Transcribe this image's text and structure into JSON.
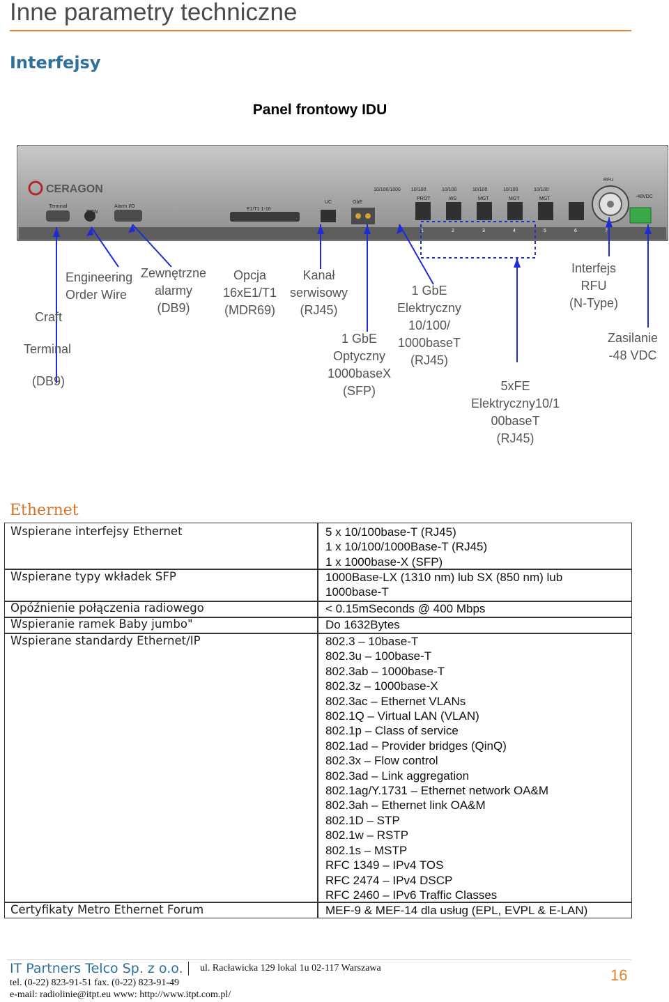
{
  "page": {
    "title": "Inne parametry techniczne",
    "section_title": "Interfejsy",
    "panel_title": "Panel frontowy IDU"
  },
  "device": {
    "brand": "CERAGON",
    "port_labels": [
      "Terminal",
      "EOW",
      "Alarm I/O",
      "E1/T1 1-16",
      "UC",
      "GbE",
      "10/100/1000",
      "10/100",
      "10/100",
      "10/100",
      "10/100",
      "10/100",
      "PROT",
      "WS",
      "MGT",
      "MGT",
      "MGT",
      "RFU",
      "-48VDC"
    ],
    "port_numbers": [
      "1",
      "2",
      "3",
      "4",
      "5",
      "6",
      "7"
    ]
  },
  "diagram_labels": {
    "craft": "Craft",
    "terminal": "Terminal",
    "db9_craft": "(DB9)",
    "eow": "Engineering\nOrder Wire",
    "alarms": "Zewnętrzne\nalarmy\n(DB9)",
    "e1t1": "Opcja\n16xE1/T1\n(MDR69)",
    "service": "Kanał\nserwisowy\n(RJ45)",
    "sfp": "1 GbE\nOptyczny\n1000baseX\n(SFP)",
    "gbe_el": "1 GbE\nElektryczny\n10/100/\n1000baseT\n(RJ45)",
    "fe": "5xFE\nElektryczny10/1\n00baseT\n(RJ45)",
    "rfu": "Interfejs\nRFU\n(N-Type)",
    "power": "Zasilanie\n-48 VDC"
  },
  "ethernet": {
    "title": "Ethernet",
    "rows": [
      {
        "label": "Wspierane interfejsy Ethernet",
        "value": "5 x 10/100base-T (RJ45)\n1 x 10/100/1000Base-T (RJ45)\n1 x 1000base-X (SFP)"
      },
      {
        "label": "Wspierane typy wkładek SFP",
        "value": "1000Base-LX (1310 nm) lub SX (850 nm) lub\n1000base-T"
      },
      {
        "label": "Opóźnienie połączenia radiowego",
        "value": "< 0.15mSeconds @ 400 Mbps"
      },
      {
        "label": "Wspieranie ramek Baby jumbo\"",
        "value": "Do 1632Bytes"
      },
      {
        "label": "Wspierane standardy Ethernet/IP",
        "value": "802.3 – 10base-T\n802.3u – 100base-T\n802.3ab – 1000base-T\n802.3z – 1000base-X\n802.3ac – Ethernet VLANs\n802.1Q – Virtual LAN (VLAN)\n802.1p – Class of service\n802.1ad – Provider bridges (QinQ)\n802.3x – Flow control\n802.3ad – Link aggregation\n802.1ag/Y.1731 – Ethernet network OA&M\n802.3ah – Ethernet link OA&M\n802.1D – STP\n802.1w – RSTP\n802.1s – MSTP\nRFC 1349 – IPv4 TOS\nRFC 2474 – IPv4 DSCP\nRFC 2460 – IPv6 Traffic Classes"
      },
      {
        "label": "Certyfikaty Metro Ethernet Forum",
        "value": "MEF-9 & MEF-14 dla usług (EPL, EVPL & E-LAN)"
      }
    ]
  },
  "footer": {
    "company": "IT Partners Telco Sp. z o.o.",
    "address": "ul. Racławicka 129 lokal 1u 02-117 Warszawa",
    "tel": "tel. (0-22) 823-91-51 fax. (0-22) 823-91-49",
    "email": "e-mail: radiolinie@itpt.eu www: http://www.itpt.com.pl/",
    "page_number": "16"
  },
  "colors": {
    "accent_orange": "#e3822b",
    "heading_blue": "#2f6f9e",
    "leader_lines": "#1f2bd6"
  }
}
